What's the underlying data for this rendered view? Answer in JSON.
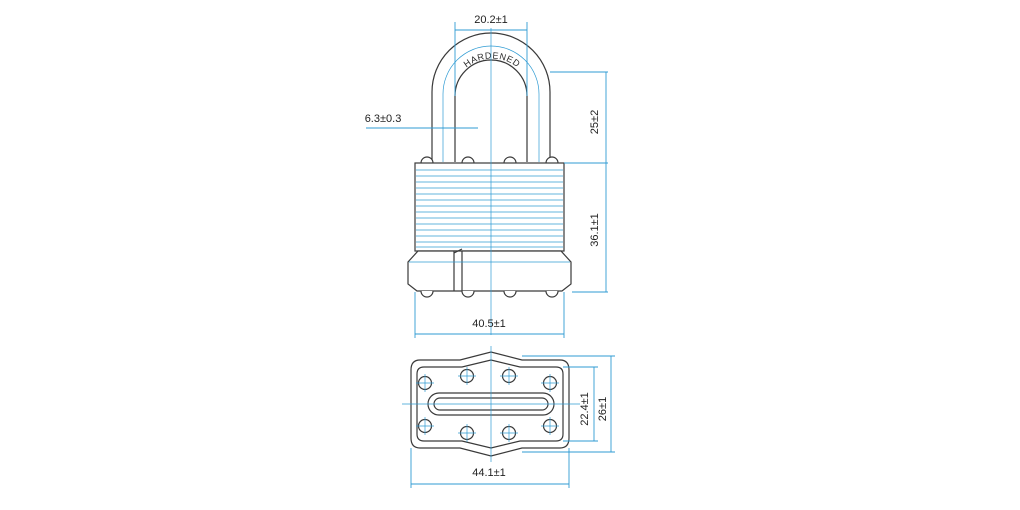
{
  "drawing": {
    "stamp_text": "HARDENED",
    "dimensions": {
      "shackle_inner_width": "20.2±1",
      "shackle_diameter": "6.3±0.3",
      "shackle_clearance": "25±2",
      "body_height": "36.1±1",
      "body_width": "40.5±1",
      "bottom_length": "44.1±1",
      "bottom_inner_depth": "22.4±1",
      "bottom_depth": "26±1"
    },
    "colors": {
      "dimension_line": "#2f9bd3",
      "outline": "#3a3a3a"
    }
  }
}
